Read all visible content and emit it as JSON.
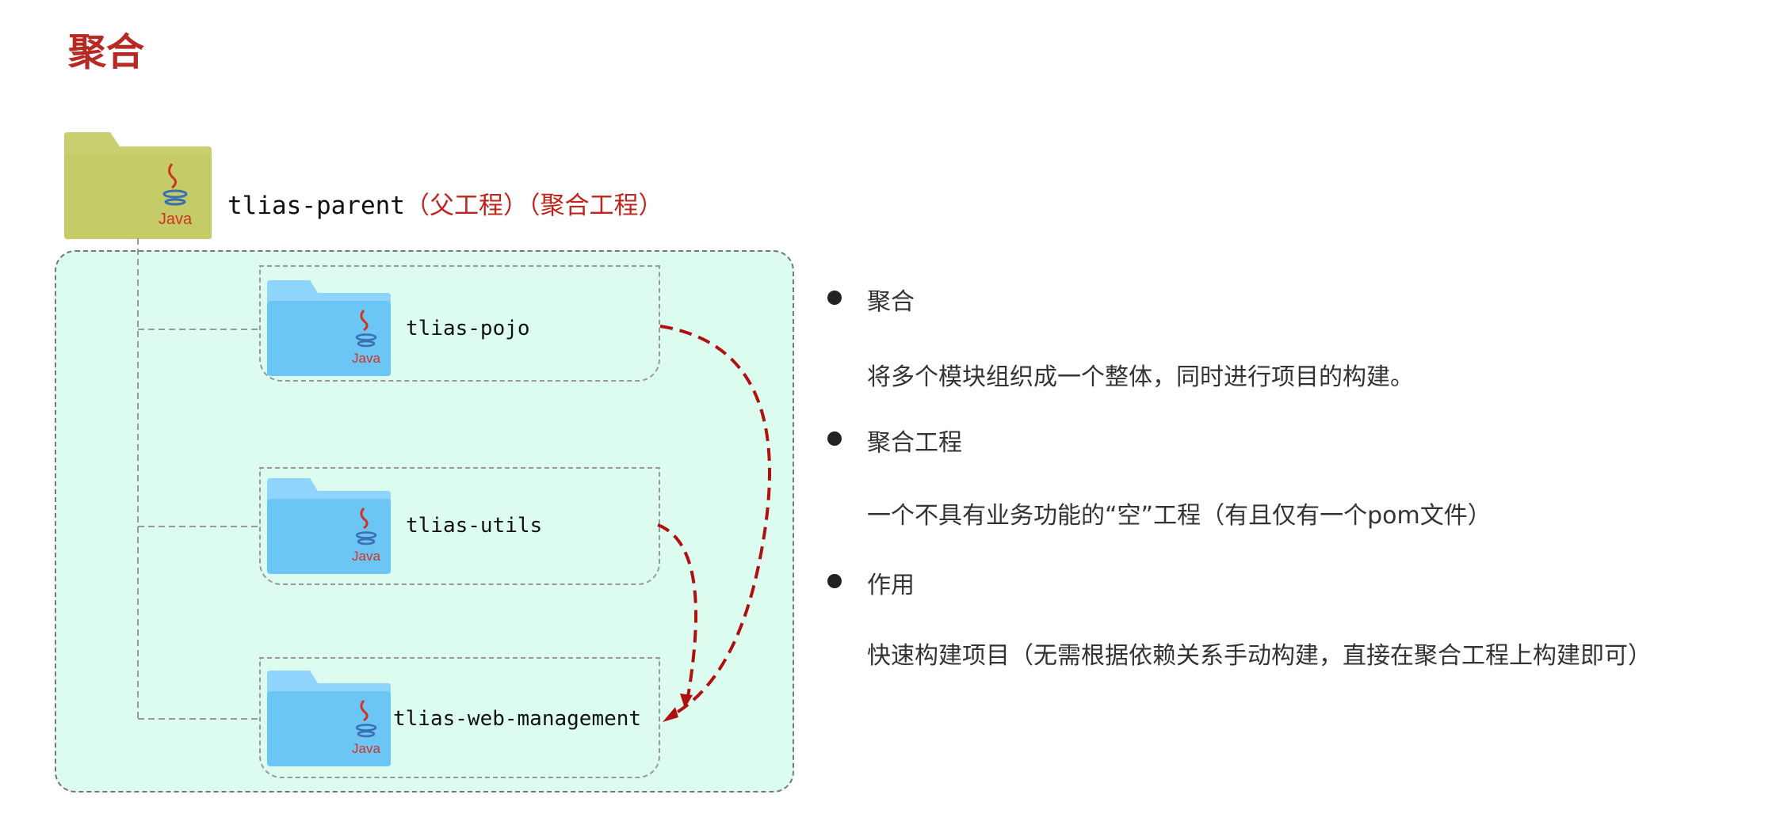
{
  "title": "聚合",
  "parent": {
    "name": "tlias-parent",
    "tags": "（父工程）（聚合工程）"
  },
  "modules": [
    {
      "name": "tlias-pojo"
    },
    {
      "name": "tlias-utils"
    },
    {
      "name": "tlias-web-management"
    }
  ],
  "java_logo_text": "Java",
  "bullets": [
    {
      "heading": "聚合",
      "text": "将多个模块组织成一个整体，同时进行项目的构建。"
    },
    {
      "heading": "聚合工程",
      "text": "一个不具有业务功能的“空”工程（有且仅有一个pom文件）"
    },
    {
      "heading": "作用",
      "text": "快速构建项目（无需根据依赖关系手动构建，直接在聚合工程上构建即可）"
    }
  ],
  "colors": {
    "title": "#b52a25",
    "container_bg": "#dcfcf0",
    "arrow": "#b01010",
    "parent_folder": "#c9cf6e",
    "child_folder": "#6cc6f5"
  }
}
